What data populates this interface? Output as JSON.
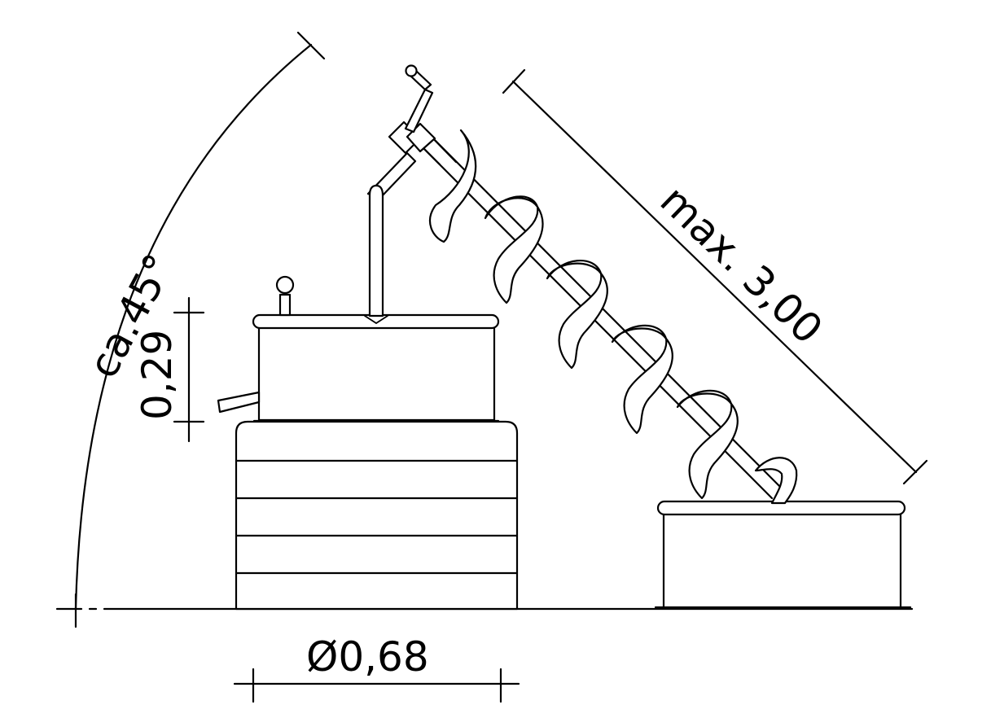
{
  "dimensions": {
    "angle": "ca.45°",
    "height": "0,29",
    "length": "max. 3,00",
    "diameter": "Ø0,68"
  },
  "colors": {
    "line": "#000000",
    "background": "#ffffff"
  }
}
